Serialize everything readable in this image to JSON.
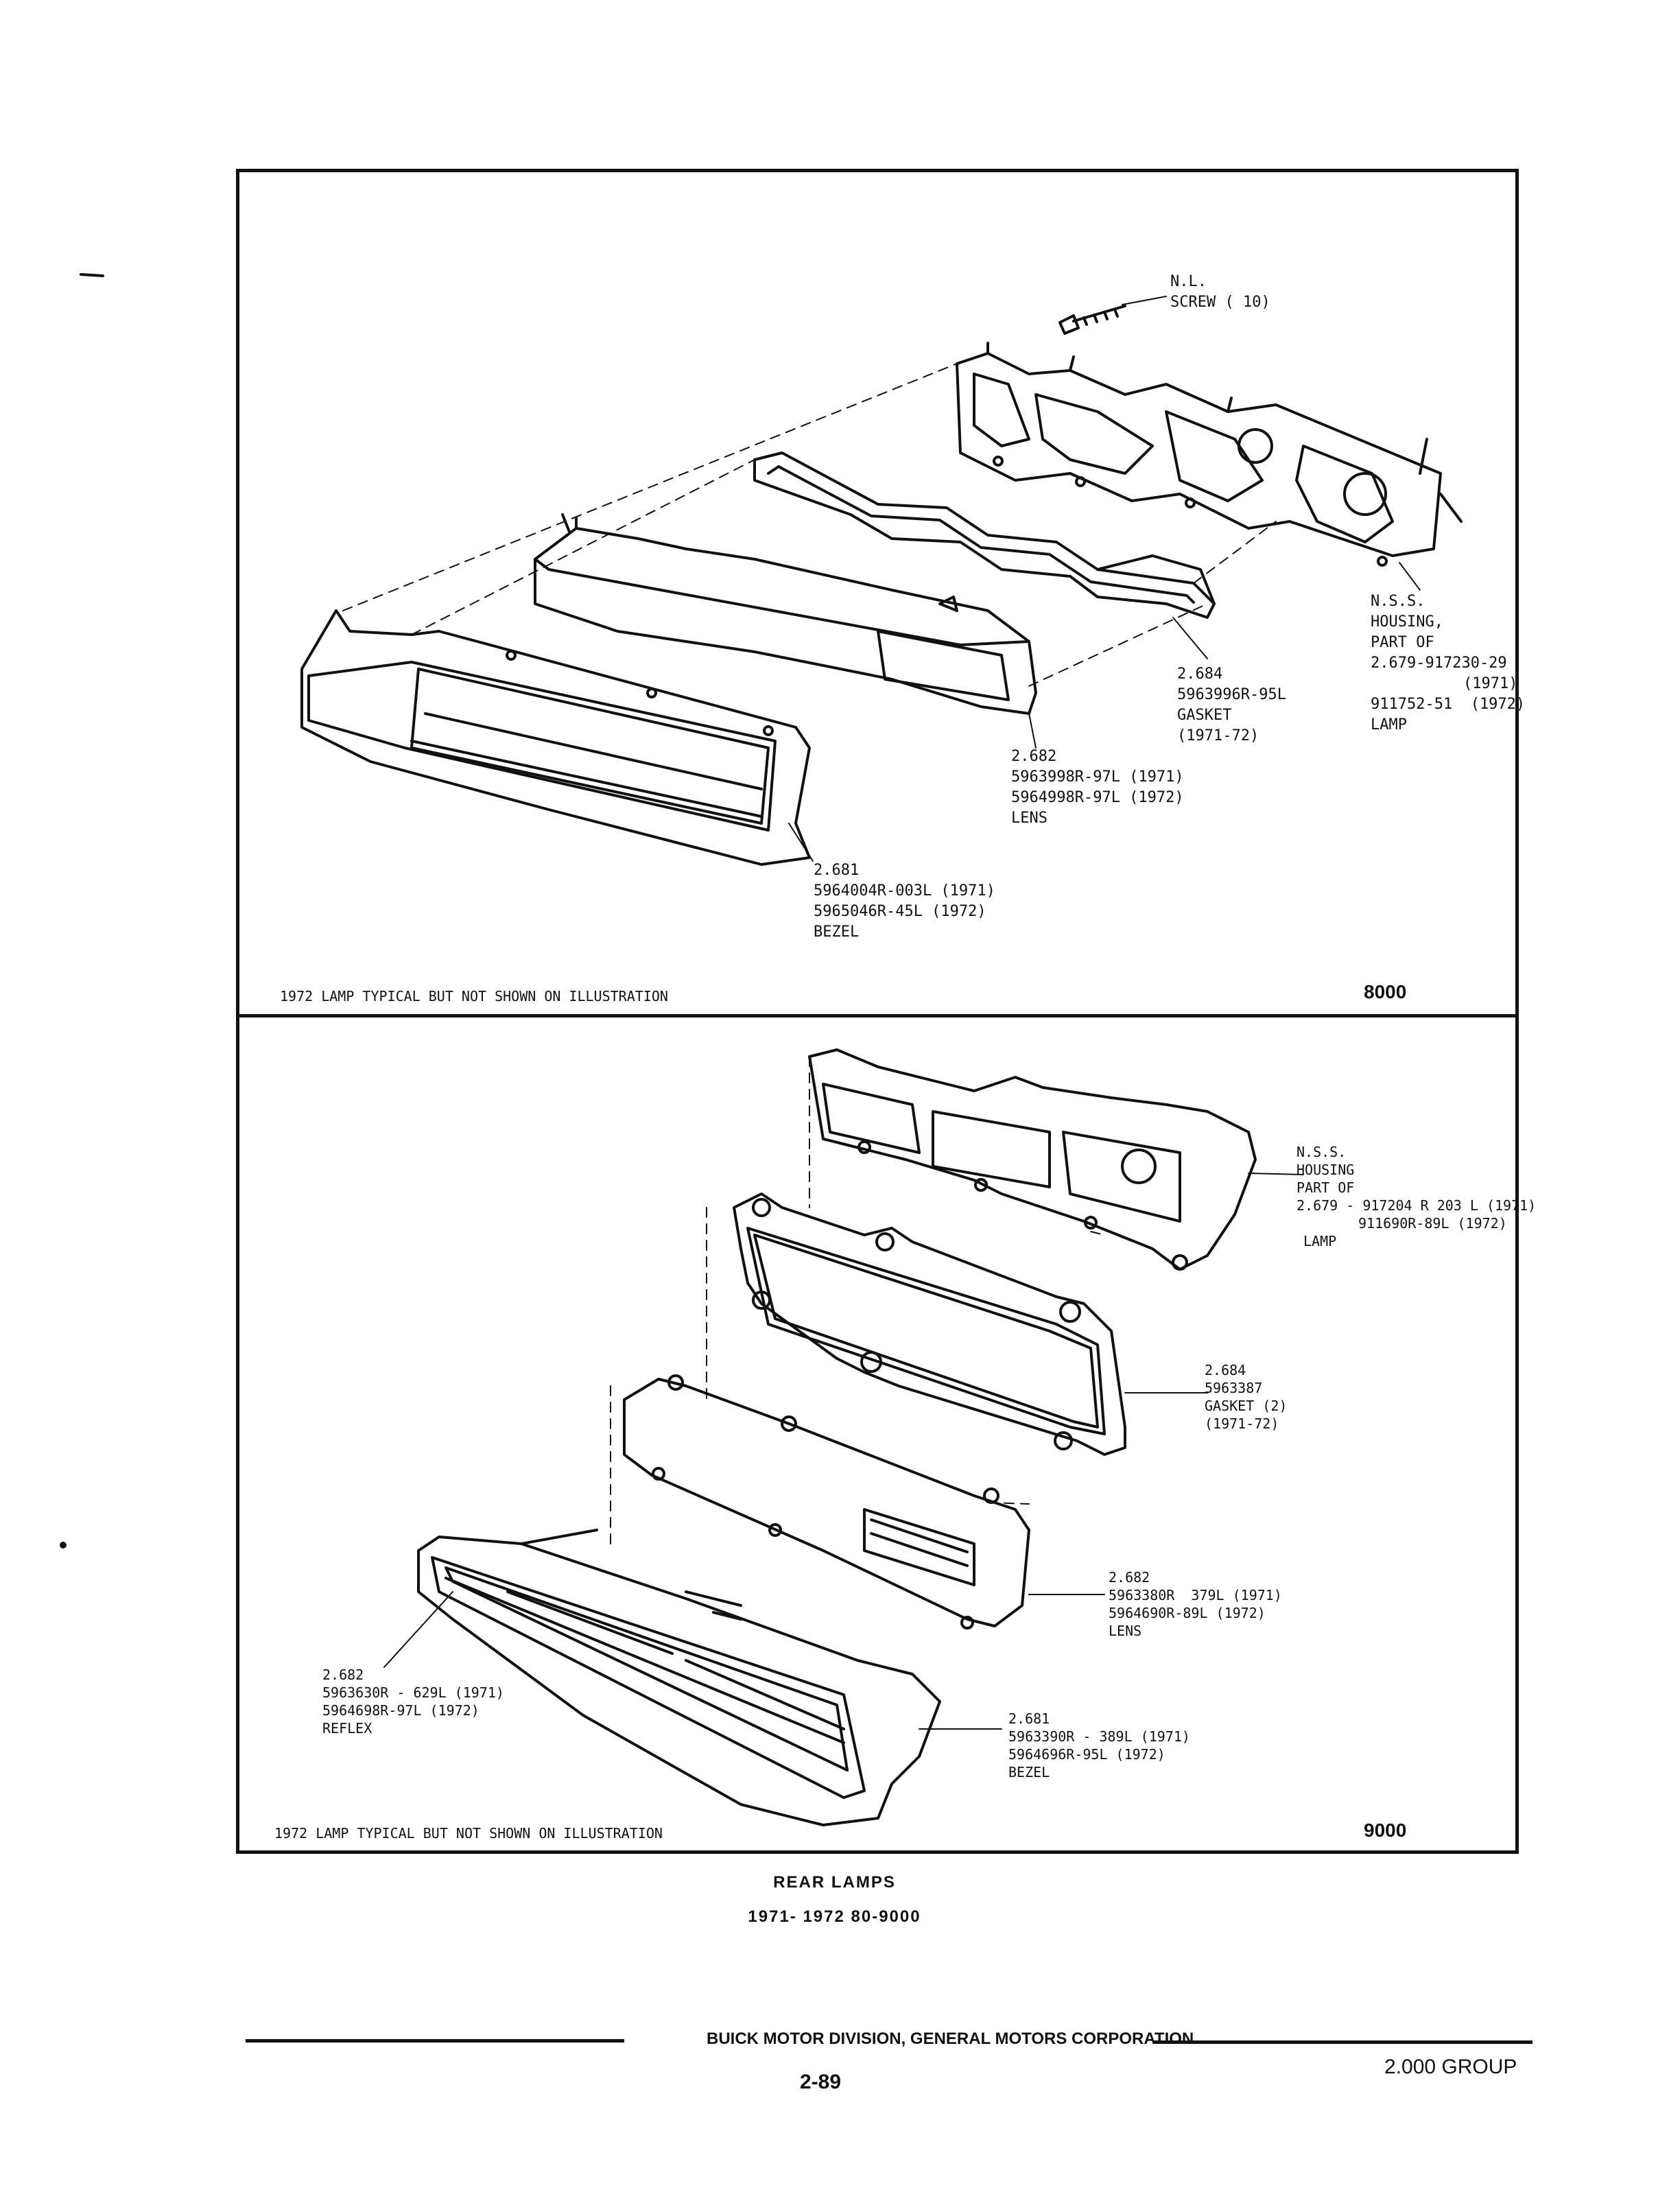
{
  "top_panel": {
    "screw": {
      "line1": "N.L.",
      "line2": "SCREW ( 10)"
    },
    "housing": {
      "line1": "N.S.S.",
      "line2": "HOUSING,",
      "line3": "PART OF",
      "line4": "2.679-917230-29",
      "line5": "(1971)",
      "line6": "911752-51  (1972)",
      "line7": "LAMP"
    },
    "gasket": {
      "line1": "2.684",
      "line2": "5963996R-95L",
      "line3": "GASKET",
      "line4": "(1971-72)"
    },
    "lens": {
      "line1": "2.682",
      "line2": "5963998R-97L (1971)",
      "line3": "5964998R-97L (1972)",
      "line4": "LENS"
    },
    "bezel": {
      "line1": "2.681",
      "line2": "5964004R-003L (1971)",
      "line3": "5965046R-45L (1972)",
      "line4": "BEZEL"
    },
    "note": "1972 LAMP TYPICAL BUT NOT SHOWN ON ILLUSTRATION",
    "code": "8000"
  },
  "bottom_panel": {
    "housing": {
      "line1": "N.S.S.",
      "line2": "HOUSING",
      "line3": "PART OF",
      "line4": "2.679 - 917204 R 203 L (1971)",
      "line5": "911690R-89L (1972)",
      "line6": "LAMP"
    },
    "gasket": {
      "line1": "2.684",
      "line2": "5963387",
      "line3": "GASKET (2)",
      "line4": "(1971-72)"
    },
    "lens": {
      "line1": "2.682",
      "line2": "5963380R  379L (1971)",
      "line3": "5964690R-89L (1972)",
      "line4": "LENS"
    },
    "reflex": {
      "line1": "2.682",
      "line2": "5963630R - 629L (1971)",
      "line3": "5964698R-97L (1972)",
      "line4": "REFLEX"
    },
    "bezel": {
      "line1": "2.681",
      "line2": "5963390R - 389L (1971)",
      "line3": "5964696R-95L (1972)",
      "line4": "BEZEL"
    },
    "note": "1972 LAMP TYPICAL BUT NOT SHOWN ON ILLUSTRATION",
    "code": "9000"
  },
  "caption": {
    "title": "REAR LAMPS",
    "subtitle": "1971- 1972 80-9000"
  },
  "footer": {
    "corporation": "BUICK MOTOR DIVISION, GENERAL MOTORS CORPORATION",
    "page": "2-89",
    "group": "2.000 GROUP"
  }
}
